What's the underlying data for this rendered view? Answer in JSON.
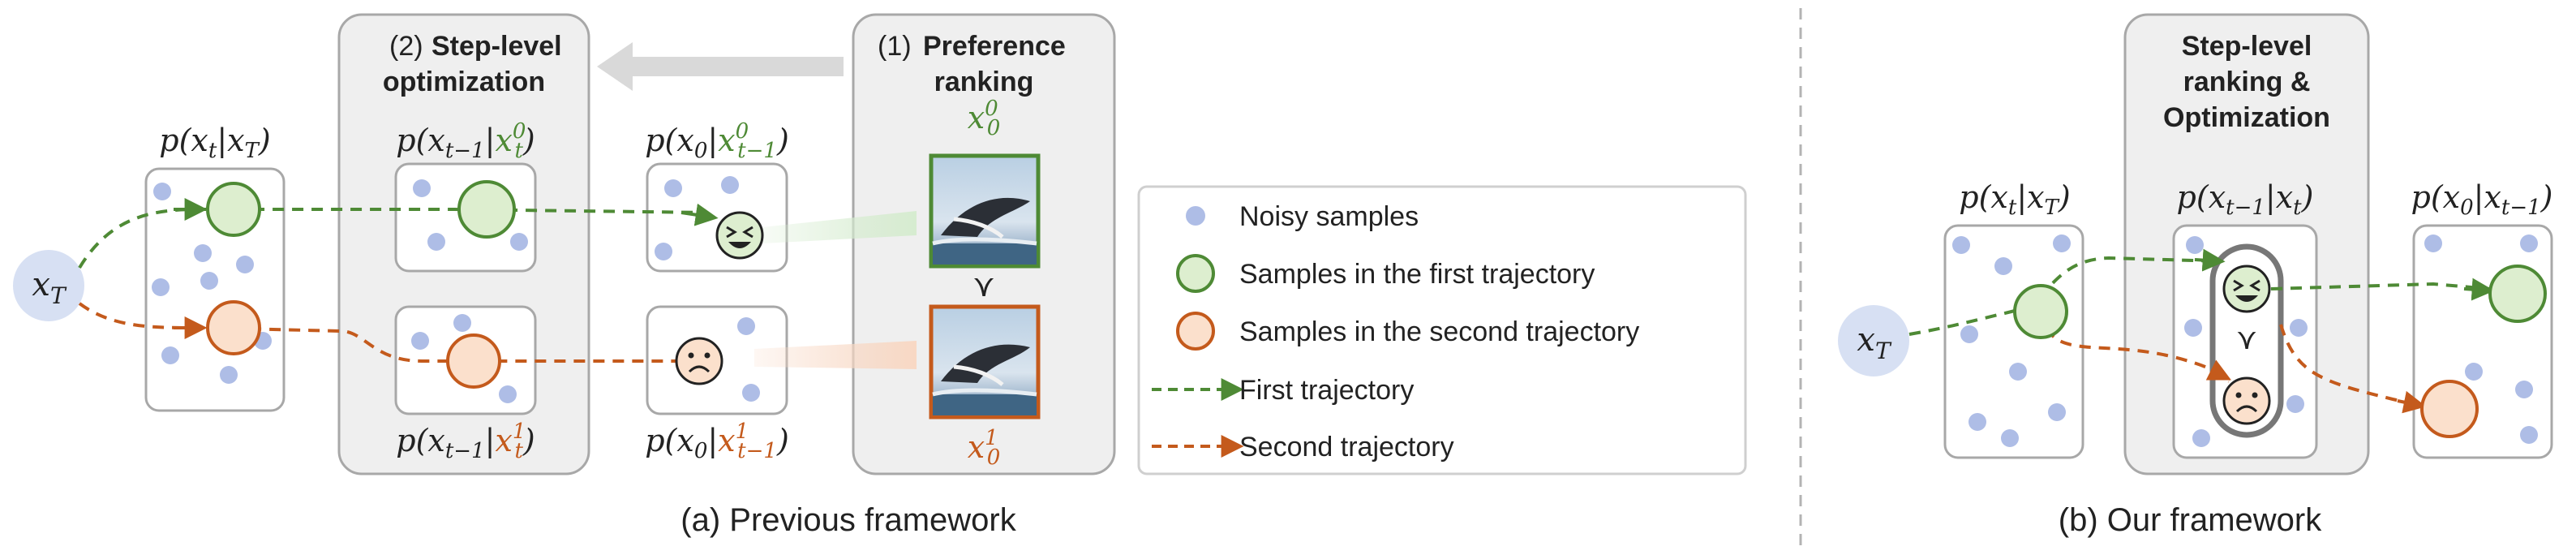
{
  "left_panel": {
    "caption": "(a) Previous framework",
    "step_level_box": {
      "number": "(2)",
      "title_line1": "Step-level",
      "title_line2": "optimization"
    },
    "preference_box": {
      "number": "(1)",
      "title_line1": "Preference",
      "title_line2": "ranking",
      "top_label": "x",
      "top_sup": "0",
      "top_sub": "0",
      "bottom_label": "x",
      "bottom_sup": "1",
      "bottom_sub": "0",
      "comparator": "⋎"
    },
    "group_labels": {
      "g1": "p(x_t|x_T)",
      "g2_top": "p(x_{t-1}|x_t^0)",
      "g2_bottom": "p(x_{t-1}|x_t^1)",
      "g3_top": "p(x_0|x_{t-1}^0)",
      "g3_bottom": "p(x_0|x_{t-1}^1)"
    },
    "start_node": "x_T"
  },
  "right_panel": {
    "caption": "(b) Our framework",
    "box_title_line1": "Step-level",
    "box_title_line2": "ranking &",
    "box_title_line3": "Optimization",
    "group_labels": {
      "g1": "p(x_t|x_T)",
      "g2": "p(x_{t-1}|x_t)",
      "g3": "p(x_0|x_{t-1})"
    },
    "start_node": "x_T",
    "comparator": "⋎"
  },
  "legend": {
    "items": [
      {
        "label": "Noisy samples",
        "icon": "noisy-dot-icon"
      },
      {
        "label": "Samples in the first trajectory",
        "icon": "green-circle-icon"
      },
      {
        "label": "Samples in the second trajectory",
        "icon": "orange-circle-icon"
      },
      {
        "label": "First trajectory",
        "icon": "green-dashed-arrow-icon"
      },
      {
        "label": "Second trajectory",
        "icon": "orange-dashed-arrow-icon"
      }
    ]
  },
  "colors": {
    "green": "#4e8a35",
    "green_fill": "#ddeecf",
    "orange": "#c45a1c",
    "orange_fill": "#fbe0cc",
    "dot": "#aebde6",
    "box_stroke": "#a8a8a8",
    "shade": "#efefef"
  }
}
